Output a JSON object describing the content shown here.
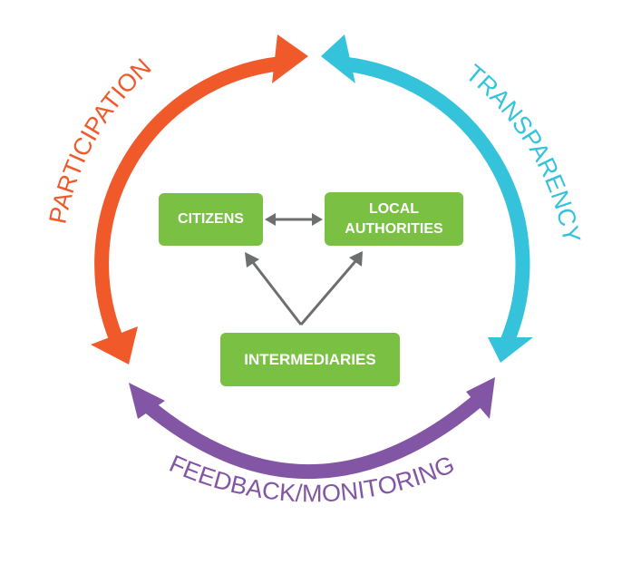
{
  "colors": {
    "participation": "#f05a2b",
    "transparency": "#35c3dc",
    "feedback": "#8256a5",
    "box": "#7ac043",
    "connector": "#6d6e70"
  },
  "cycle": {
    "participation_label": "PARTICIPATION",
    "transparency_label": "TRANSPARENCY",
    "feedback_label": "FEEDBACK/MONITORING"
  },
  "nodes": {
    "citizens": "CITIZENS",
    "local_line1": "LOCAL",
    "local_line2": "AUTHORITIES",
    "intermediaries": "INTERMEDIARIES"
  }
}
